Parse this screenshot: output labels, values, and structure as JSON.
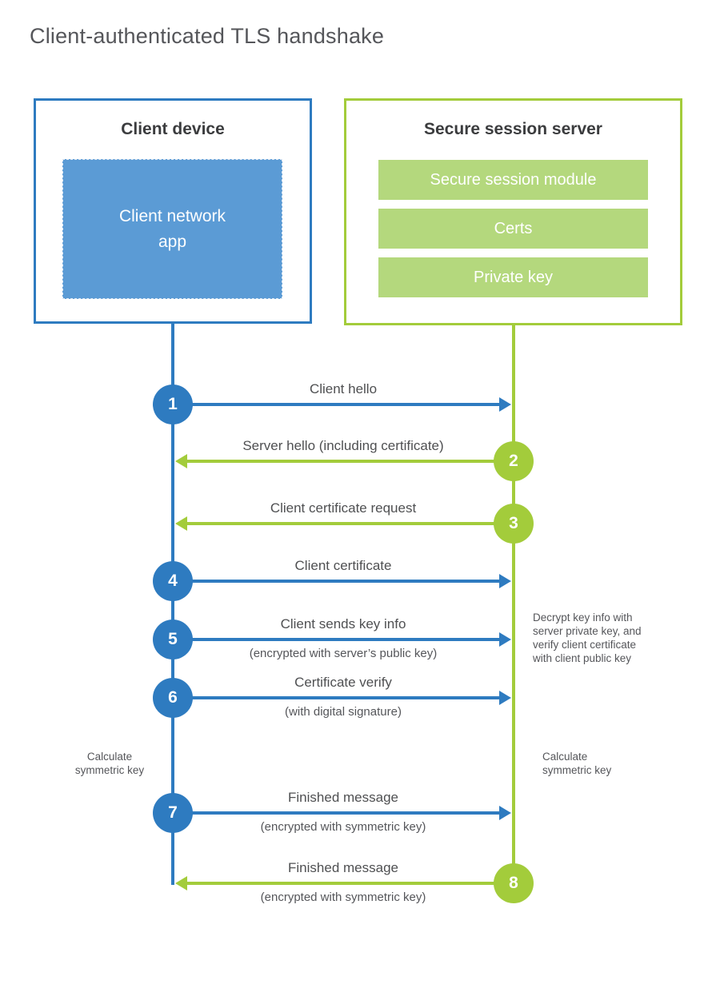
{
  "title": "Client-authenticated TLS handshake",
  "colors": {
    "blue_line": "#2e7bc0",
    "blue_fill": "#5b9bd5",
    "green_line": "#a3cc3b",
    "green_fill": "#b4d87d",
    "heading_text": "#3b3c3e",
    "body_text": "#55565a"
  },
  "client": {
    "title": "Client device",
    "app_label": "Client network\napp"
  },
  "server": {
    "title": "Secure session server",
    "modules": [
      "Secure session module",
      "Certs",
      "Private key"
    ]
  },
  "messages": [
    {
      "num": "1",
      "label": "Client hello",
      "sub": "",
      "direction": "client-to-server"
    },
    {
      "num": "2",
      "label": "Server hello (including certificate)",
      "sub": "",
      "direction": "server-to-client"
    },
    {
      "num": "3",
      "label": "Client certificate request",
      "sub": "",
      "direction": "server-to-client"
    },
    {
      "num": "4",
      "label": "Client certificate",
      "sub": "",
      "direction": "client-to-server"
    },
    {
      "num": "5",
      "label": "Client sends key info",
      "sub": "(encrypted with server’s public key)",
      "direction": "client-to-server"
    },
    {
      "num": "6",
      "label": "Certificate verify",
      "sub": "(with digital signature)",
      "direction": "client-to-server"
    },
    {
      "num": "7",
      "label": "Finished message",
      "sub": "(encrypted with symmetric key)",
      "direction": "client-to-server"
    },
    {
      "num": "8",
      "label": "Finished message",
      "sub": "(encrypted with symmetric key)",
      "direction": "server-to-client"
    }
  ],
  "annotations": {
    "decrypt_note": "Decrypt key info with\nserver private key, and\nverify client certificate\nwith client public key",
    "calc_left": "Calculate\nsymmetric key",
    "calc_right": "Calculate\nsymmetric key"
  }
}
